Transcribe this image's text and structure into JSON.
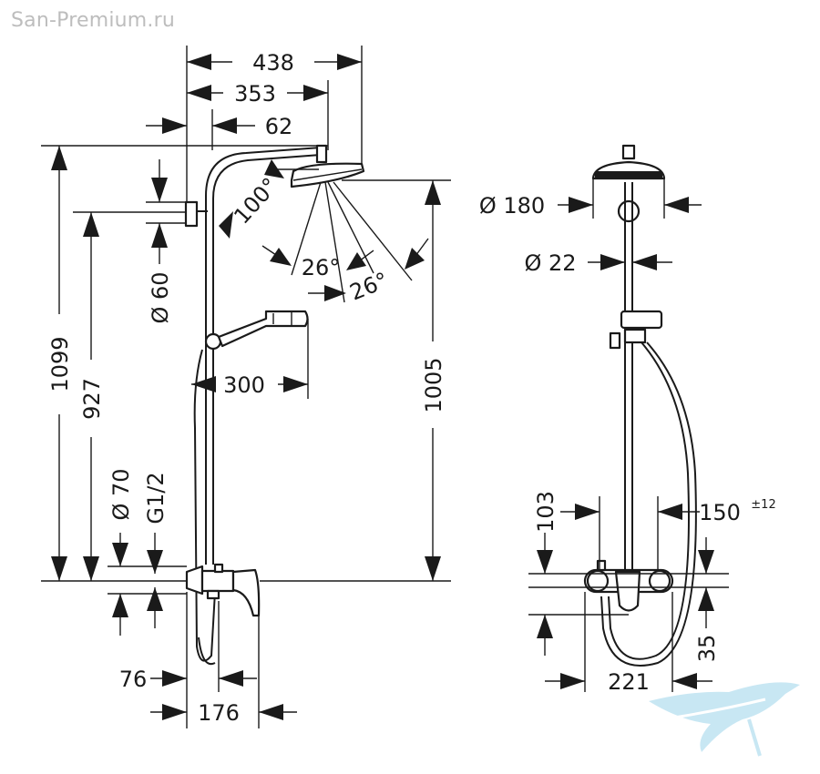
{
  "watermark": "San-Premium.ru",
  "side_view": {
    "top_width": "438",
    "head_reach": "353",
    "wall_offset": "62",
    "angle_head": "100°",
    "angle_spray_a": "26°",
    "angle_spray_b": "26°",
    "bracket_diameter": "Ø 60",
    "total_height": "1099",
    "bracket_height": "927",
    "head_height": "1005",
    "hand_shower_reach": "300",
    "rosette_diameter": "Ø 70",
    "thread": "G1/2",
    "mixer_depth": "76",
    "mixer_projection": "176"
  },
  "front_view": {
    "head_diameter": "Ø 180",
    "rail_diameter": "Ø 22",
    "mixer_height_top": "103",
    "connection_spacing": "150",
    "connection_tolerance": "±12",
    "mixer_height_bottom": "35",
    "mixer_width": "221"
  },
  "colors": {
    "line": "#1a1a1a",
    "watermark": "#bdbdbd",
    "logo": "#bfe3f2"
  }
}
